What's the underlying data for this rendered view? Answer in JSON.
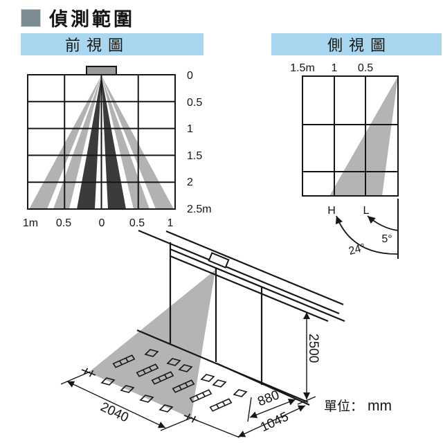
{
  "header": {
    "title": "偵測範圍"
  },
  "front_view": {
    "banner": "前視圖",
    "depth_labels": [
      "0",
      "0.5",
      "1",
      "1.5",
      "2",
      "2.5m"
    ],
    "width_labels": [
      "1m",
      "0.5",
      "0",
      "0.5",
      "1"
    ]
  },
  "side_view": {
    "banner": "側視圖",
    "distance_labels": [
      "1.5m",
      "1",
      "0.5"
    ],
    "beam_labels": {
      "high": "H",
      "low": "L"
    },
    "angle_labels": {
      "low": "5°",
      "high": "24°"
    }
  },
  "floor_plan": {
    "dims": {
      "door_width": "2040",
      "right_span": "880",
      "depth": "1045",
      "height": "2500"
    }
  },
  "footer": {
    "unit_label": "單位：",
    "unit_value": "mm"
  },
  "colors": {
    "banner_blue": "#a9d7f0",
    "marker_square": "#7b8c94",
    "beam_gray": "#b2b2b2",
    "beam_dark": "#3b3b3b",
    "cone_gray": "#b5b3b3",
    "line_black": "#161616"
  }
}
